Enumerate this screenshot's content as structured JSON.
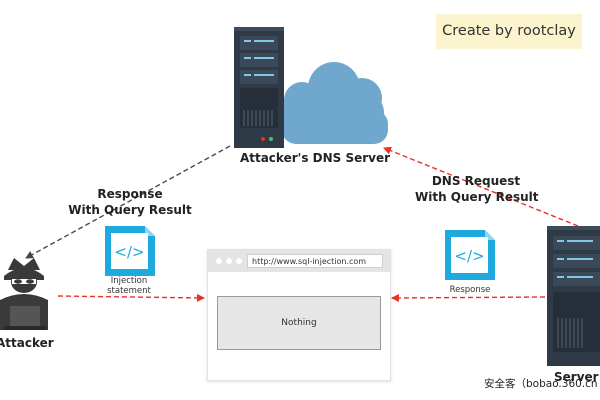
{
  "credit": "Create by rootclay",
  "nodes": {
    "dns_server": "Attacker's DNS Server",
    "attacker": "Attacker",
    "server": "Server"
  },
  "edges": {
    "response_line1": "Response",
    "response_line2": "With Query Result",
    "dns_request_line1": "DNS Request",
    "dns_request_line2": "With Query Result"
  },
  "icons": {
    "injection_line1": "Injection",
    "injection_line2": "statement",
    "response": "Response",
    "code_glyph": "</>"
  },
  "browser": {
    "url": "http://www.sql-injection.com",
    "content": "Nothing"
  },
  "watermark": "安全客（bobao.360.cn",
  "colors": {
    "server_body": "#2f3a47",
    "cloud": "#6fa8cc",
    "code_icon": "#1ea9df",
    "red_arrow": "#e8312a",
    "dark_arrow": "#4a4a4a",
    "credit_bg": "#fbf4ce"
  }
}
